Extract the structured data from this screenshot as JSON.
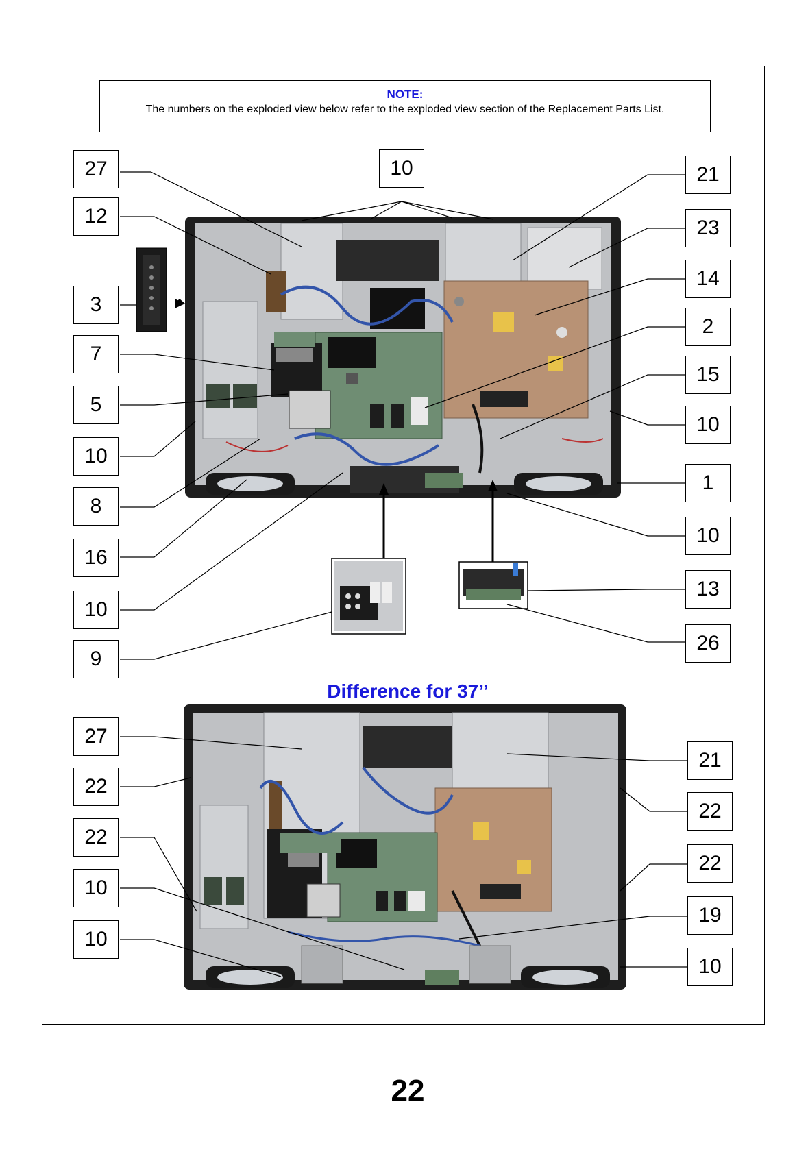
{
  "note": {
    "title": "NOTE:",
    "text": "The numbers on the exploded view below refer to the exploded view section of the Replacement Parts List."
  },
  "callouts_top": {
    "c27": "27",
    "c10_top": "10",
    "c21": "21",
    "c12": "12",
    "c23": "23",
    "c3": "3",
    "c14": "14",
    "c7": "7",
    "c2": "2",
    "c5": "5",
    "c15": "15",
    "c10_l1": "10",
    "c10_r1": "10",
    "c8": "8",
    "c1": "1",
    "c16": "16",
    "c10_r2": "10",
    "c10_l2": "10",
    "c13": "13",
    "c9": "9",
    "c26": "26"
  },
  "difference_title": "Difference for 37’’",
  "callouts_bottom": {
    "c27": "27",
    "c21": "21",
    "c22_l1": "22",
    "c22_r1": "22",
    "c22_l2": "22",
    "c22_r2": "22",
    "c10_l1": "10",
    "c19": "19",
    "c10_l2": "10",
    "c10_r": "10"
  },
  "page_number": "22"
}
